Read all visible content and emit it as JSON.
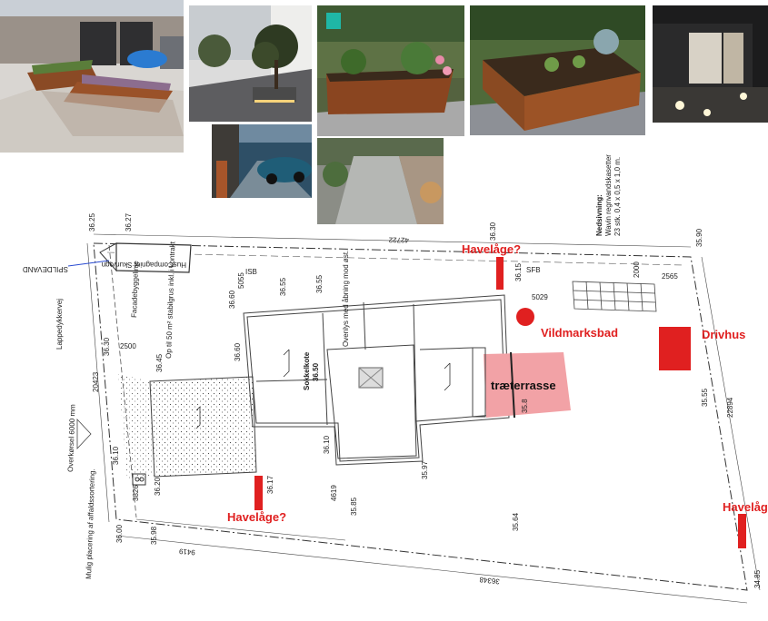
{
  "labels": {
    "havelage_top": "Havelåge?",
    "havelage_bottom": "Havelåge?",
    "havelage_right": "Havelåg",
    "vildmarksbad": "Vildmarksbad",
    "drivhus": "Drivhus",
    "traeterrasse": "træterrasse",
    "nedsivning_title": "Nedsivning:",
    "nedsivning_line1": "Wavin regnvandskasetter",
    "nedsivning_line2": "23 stk. 0,4 x 0,5 x 1,0 m.",
    "huscompagniet": "HusCompagniet Skurvogn",
    "spildevand": "SPILDEVAND",
    "facadebyggelinje": "Facadebyggelinje",
    "stabilgrus": "Op til 50 m² stabilgrus inkl. i kontrakt",
    "lappedykkervej": "Lappedykkervej",
    "overkoersel": "Overkørsel 6000 mm",
    "affald": "Mulig placering af affaldssortering.",
    "ovenlys": "Ovenlys med åbning mod øst.",
    "sokkelkote_title": "Sokkelkote",
    "sokkelkote_value": "36.50",
    "isb": "ISB",
    "sfb": "SFB",
    "traeterrasse_kote": "35.8"
  },
  "dimensions": {
    "d36_25": "36.25",
    "d36_27": "36.27",
    "d42722": "42722",
    "d36_30_top": "36.30",
    "d35_90": "35.90",
    "d36_15": "36.15",
    "d2000": "2000",
    "d2565": "2565",
    "d5029": "5029",
    "d5055": "5055",
    "d36_60a": "36.60",
    "d36_55a": "36.55",
    "d36_55b": "36.55",
    "d36_60b": "36.60",
    "d36_30_left": "36.30",
    "d2500": "2500",
    "d36_45": "36.45",
    "d20423": "20423",
    "d36_10_left": "36.10",
    "d3826": "3826",
    "d36_20": "36.20",
    "d36_17": "36.17",
    "d36_10_mid": "36.10",
    "d4619": "4619",
    "d35_85": "35.85",
    "d35_97": "35.97",
    "d35_64": "35.64",
    "d35_55": "35.55",
    "d22894": "22894",
    "d36_00": "36.00",
    "d35_98": "35.98",
    "d9419": "9419",
    "d36348": "36348",
    "d34_85": "34.85"
  },
  "colors": {
    "red": "#e02020",
    "terrace": "#f2a2a6",
    "line": "#333333"
  }
}
